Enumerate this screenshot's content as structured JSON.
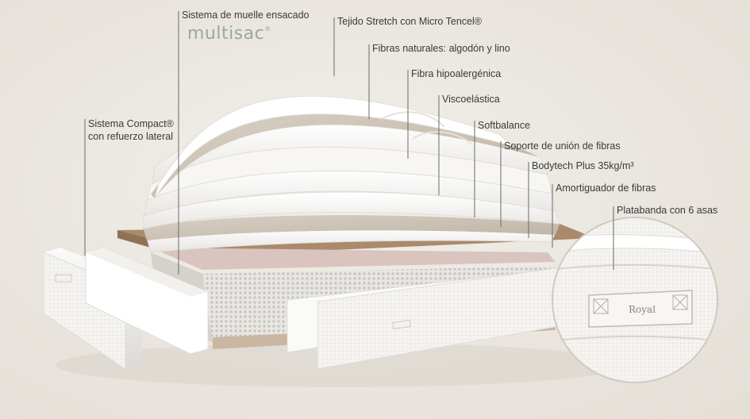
{
  "brand": "multisac",
  "brand_mark": "®",
  "tag_text": "Royal",
  "labels": {
    "muelle": "Sistema de muelle ensacado",
    "tejido": "Tejido Stretch con Micro Tencel®",
    "fibras_naturales": "Fibras naturales: algodón y lino",
    "hipoalergenica": "Fibra hipoalergénica",
    "visco": "Viscoelástica",
    "softbalance": "Softbalance",
    "soporte": "Soporte de unión de fibras",
    "bodytech": "Bodytech Plus 35kg/m³",
    "amortiguador": "Amortiguador de fibras",
    "platabanda": "Platabanda con 6 asas",
    "compact_1": "Sistema Compact®",
    "compact_2": "con refuerzo lateral"
  },
  "colors": {
    "background": "#ebe7e1",
    "foam": "#fbfbf9",
    "fiber": "#cfc7bb",
    "wood": "#a98a6a",
    "line": "#6a6a6a"
  }
}
